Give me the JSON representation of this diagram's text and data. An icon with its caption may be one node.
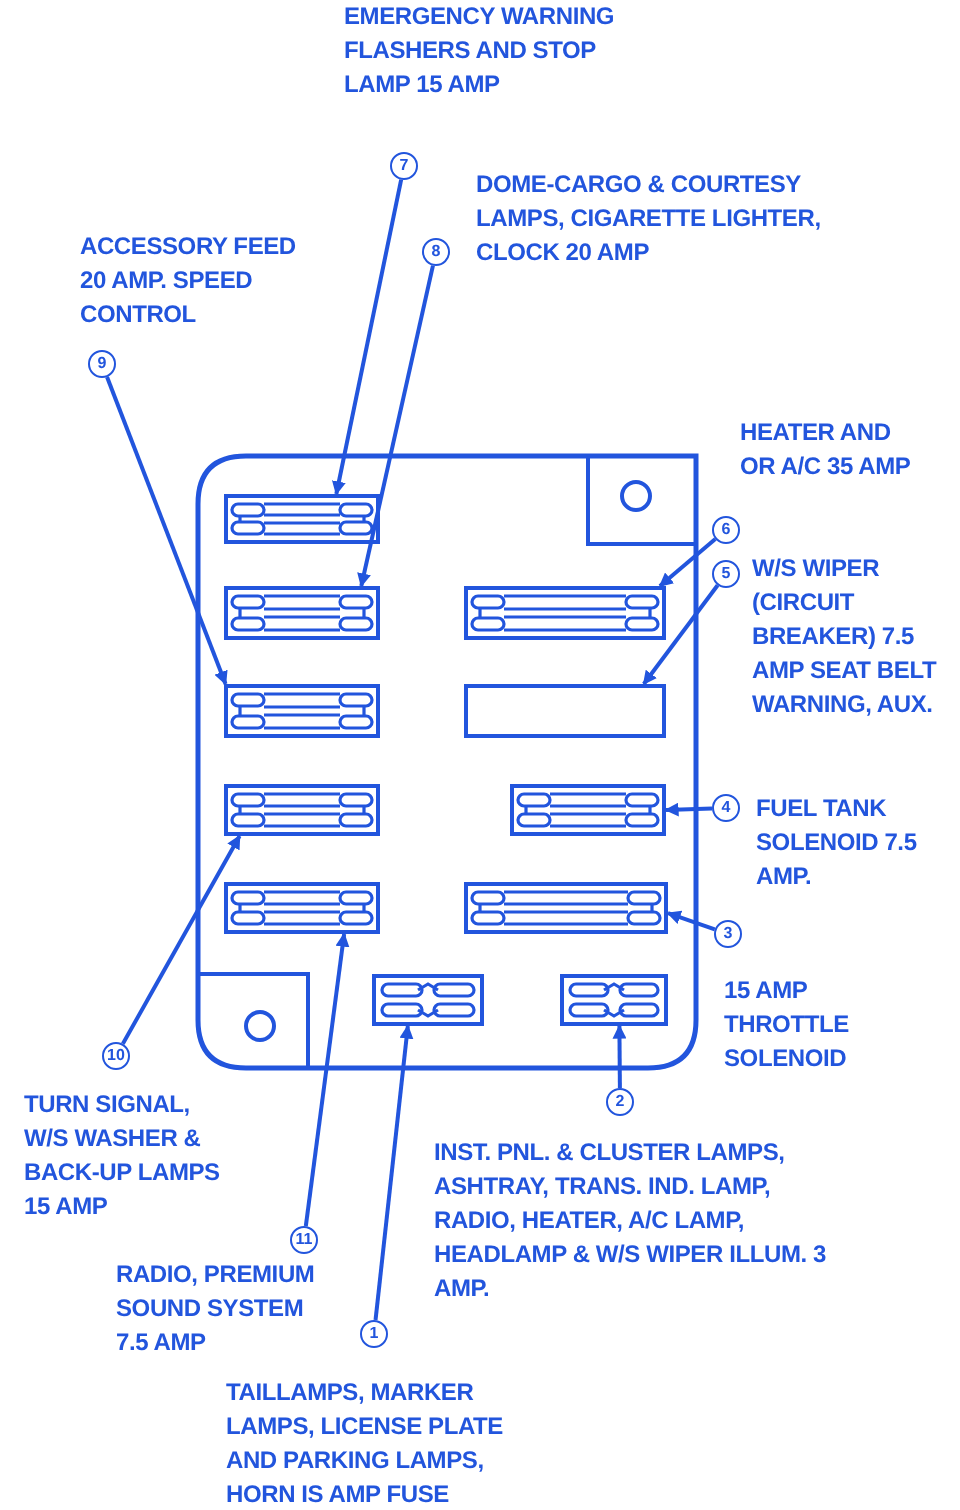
{
  "diagram": {
    "nodes": [
      {
        "text": [],
        "shape": "box"
      },
      {
        "text": [],
        "shape": "box",
        "in": 0
      },
      {
        "text": [],
        "shape": "box",
        "in": 0
      },
      {
        "text": [],
        "shape": "box",
        "in": 0
      },
      {
        "text": [],
        "shape": "box",
        "in": 0
      },
      {
        "text": [],
        "shape": "box",
        "in": 0
      },
      {
        "text": [],
        "shape": "box",
        "in": 0
      },
      {
        "text": [],
        "shape": "box",
        "in": 0
      },
      {
        "text": [],
        "shape": "box",
        "in": 0
      },
      {
        "text": [],
        "shape": "box",
        "in": 0
      },
      {
        "text": [],
        "shape": "box",
        "in": 0
      },
      {
        "text": [],
        "shape": "box",
        "in": 0
      },
      {
        "text": [
          "7"
        ],
        "beside": [
          "EMERGENCY WARNING FLASHERS AND STOP LAMP 15 AMP"
        ]
      },
      {
        "text": [
          "8"
        ],
        "beside": [
          "DOME-CARGO & COURTESY LAMPS, CIGARETTE LIGHTER, CLOCK 20 AMP"
        ]
      },
      {
        "text": [
          "9"
        ],
        "beside": [
          "ACCESSORY FEED 20 AMP. SPEED CONTROL"
        ]
      },
      {
        "text": [
          "6"
        ],
        "beside": [
          "HEATER AND OR A/C 35 AMP"
        ]
      },
      {
        "text": [
          "5"
        ],
        "beside": [
          "W/S WIPER (CIRCUIT BREAKER) 7.5 AMP SEAT BELT WARNING, AUX."
        ]
      },
      {
        "text": [
          "4"
        ],
        "beside": [
          "FUEL TANK SOLENOID 7.5 AMP."
        ]
      },
      {
        "text": [
          "3"
        ],
        "beside": [
          "15 AMP THROTTLE SOLENOID"
        ]
      },
      {
        "text": [
          "10"
        ],
        "beside": [
          "TURN SIGNAL, W/S WASHER & BACK-UP LAMPS 15 AMP"
        ]
      },
      {
        "text": [
          "2"
        ],
        "beside": [
          "INST. PNL. & CLUSTER LAMPS, ASHTRAY, TRANS. IND. LAMP, RADIO, HEATER, A/C LAMP, HEADLAMP & W/S WIPER ILLUM. 3 AMP."
        ]
      },
      {
        "text": [
          "11"
        ],
        "beside": [
          "RADIO, PREMIUM SOUND SYSTEM 7.5 AMP"
        ]
      },
      {
        "text": [
          "1"
        ],
        "beside": [
          "TAILLAMPS, MARKER LAMPS, LICENSE PLATE AND PARKING LAMPS, HORN IS AMP FUSE"
        ]
      }
    ],
    "edges": [
      {
        "from": 12,
        "to": 1,
        "arrow": "to"
      },
      {
        "from": 13,
        "to": 2,
        "arrow": "to"
      },
      {
        "from": 14,
        "to": 4,
        "arrow": "to"
      },
      {
        "from": 15,
        "to": 3,
        "arrow": "to"
      },
      {
        "from": 16,
        "to": 5,
        "arrow": "to"
      },
      {
        "from": 17,
        "to": 7,
        "arrow": "to"
      },
      {
        "from": 18,
        "to": 9,
        "arrow": "to"
      },
      {
        "from": 19,
        "to": 6,
        "arrow": "to"
      },
      {
        "from": 20,
        "to": 11,
        "arrow": "to"
      },
      {
        "from": 21,
        "to": 8,
        "arrow": "to"
      },
      {
        "from": 22,
        "to": 10,
        "arrow": "to"
      }
    ]
  }
}
